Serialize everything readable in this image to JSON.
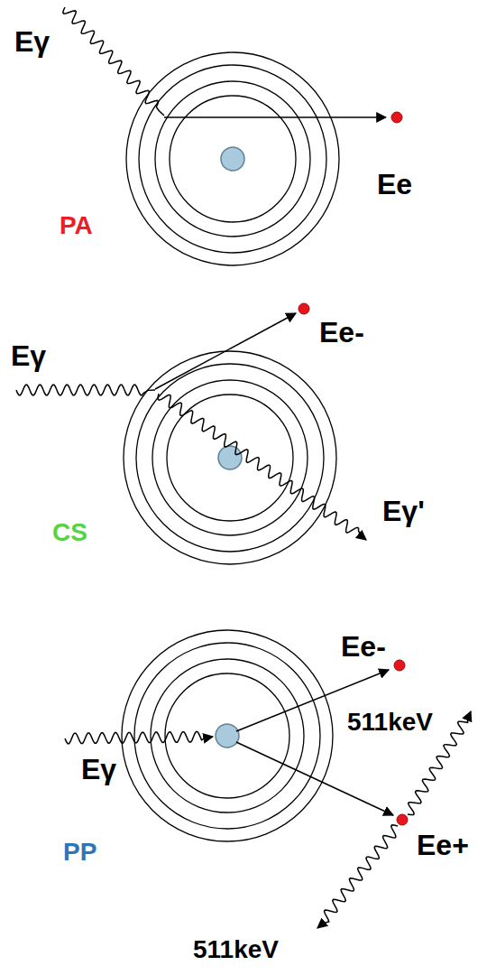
{
  "diagram": {
    "labels": [
      "Eγ",
      "Ee",
      "PA",
      "Eγ",
      "Ee-",
      "Eγ'",
      "CS",
      "Ee-",
      "511keV",
      "Eγ",
      "Ee+",
      "PP",
      "511keV"
    ]
  }
}
